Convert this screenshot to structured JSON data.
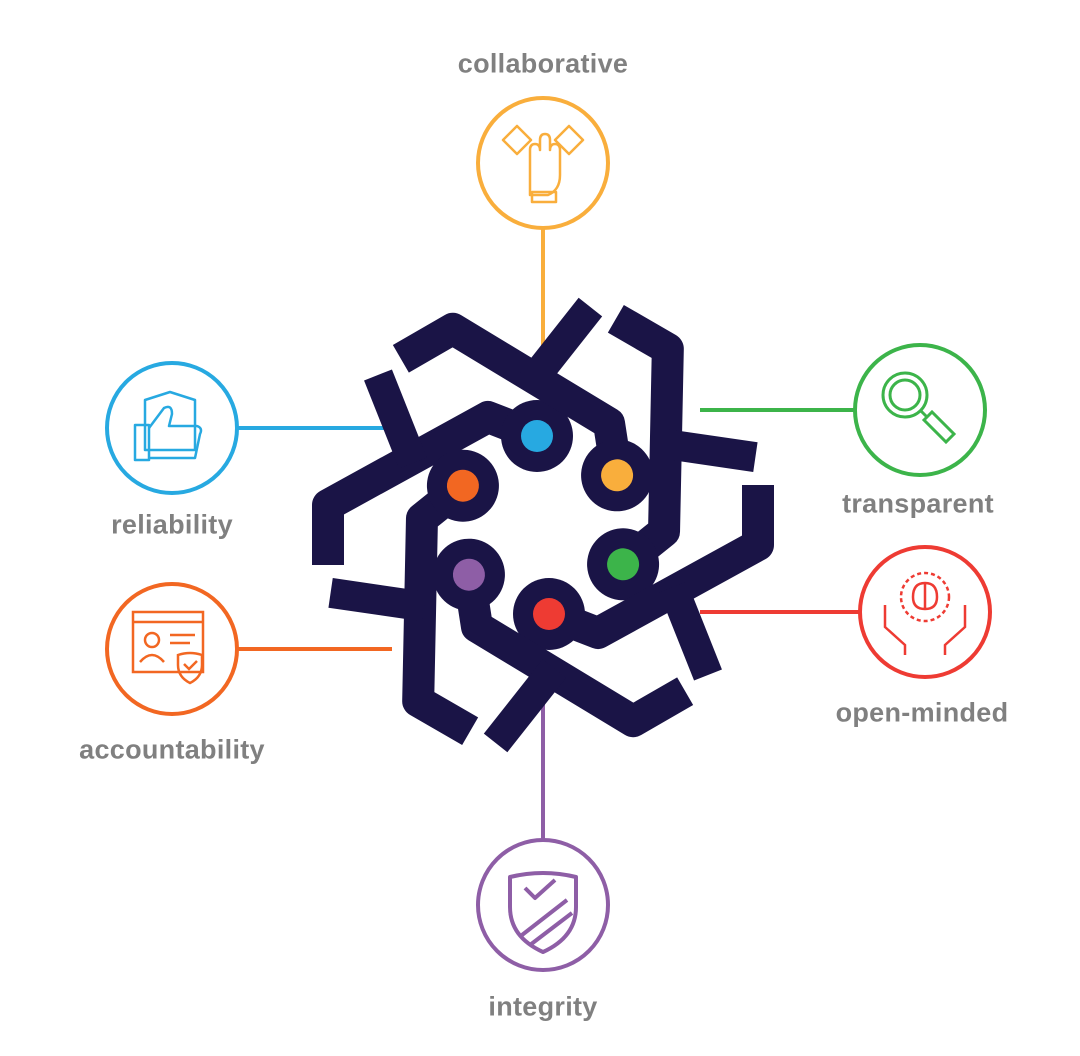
{
  "values": [
    {
      "id": "collaborative",
      "label": "collaborative",
      "color": "#f9ae3c",
      "icon": "handshake-icon"
    },
    {
      "id": "transparent",
      "label": "transparent",
      "color": "#3cb44a",
      "icon": "magnifier-icon"
    },
    {
      "id": "open-minded",
      "label": "open-minded",
      "color": "#ee3b33",
      "icon": "brain-hands-icon"
    },
    {
      "id": "integrity",
      "label": "integrity",
      "color": "#8e5ea6",
      "icon": "shield-check-icon"
    },
    {
      "id": "accountability",
      "label": "accountability",
      "color": "#f26722",
      "icon": "profile-shield-icon"
    },
    {
      "id": "reliability",
      "label": "reliability",
      "color": "#27a9e1",
      "icon": "thumbs-up-icon"
    }
  ],
  "logo": {
    "color": "#1a1446",
    "dots": [
      "#27a9e1",
      "#f9ae3c",
      "#3cb44a",
      "#ee3b33",
      "#8e5ea6",
      "#f26722"
    ]
  }
}
